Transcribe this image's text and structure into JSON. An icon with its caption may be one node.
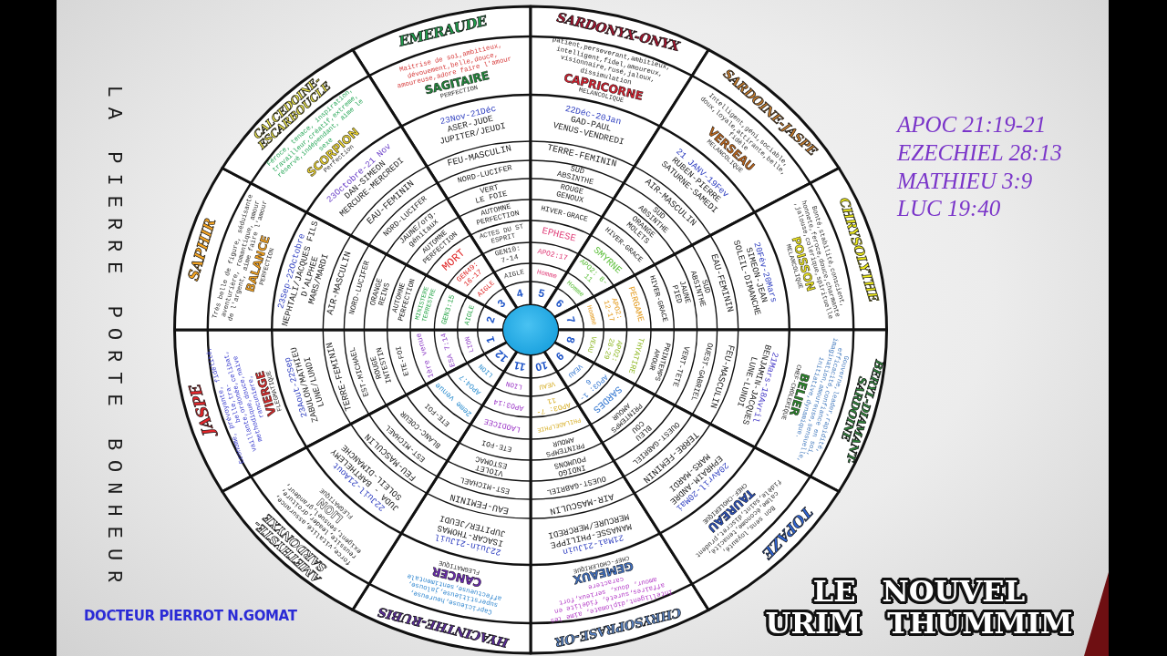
{
  "diagram": {
    "title": "LE NOUVEL URIM THUMMIM",
    "nodes": [
      {
        "text": [
          "JASPE",
          "Econome, prévoyante, fidélité, belle,tra- vaillante,ordonée,celibat, methodique,douce,naive rancuniere,",
          "VIERGE",
          "FLEGMATIQUE",
          "23Aout-22Sep",
          "ZABULON/MATHIEU",
          "LUNE/LUNDI",
          "TERRE-FEMININ",
          "EST-MICHAEL",
          "ROUGE",
          "INTESTIN",
          "ETE-FOI",
          "1ère venue",
          "ESA 7:14",
          "LION",
          "1"
        ]
      },
      {
        "text": [
          "SAPHIR",
          "Très belle de figure, séduisante aventurière, romantique, amour de l'argent, aime faire l'amour",
          "BALANCE",
          "PERFECTION",
          "23Sep-22Octobre",
          "NEPHTALI/JACQUES FILS D'ALPHEE",
          "MARS/MARDI",
          "AIR-MASCULIN",
          "NORD-LUCIFER",
          "ORANGE",
          "REINS",
          "AUTOMNE",
          "PERFECTION",
          "MINISTERE TERRESTRE",
          "GEN3:15",
          "AIGLE",
          "2"
        ]
      },
      {
        "text": [
          "CALCEDOINE-ESCARBOUCLE",
          "Féroce, tenace, inspiration, travailleur,créatif,extreme, réservé,indépendant, aime le sexe",
          "SCORPION",
          "Perfection",
          "23Octobre-21 Nov",
          "DAN-SIMEON",
          "MERCURE-MERCREDI",
          "EAU-FEMININ",
          "NORD-LUCIFER",
          "JAUNE/org.",
          "génitaux",
          "AUTOMNE",
          "PERFECTION",
          "MORT",
          "GEN49: 16-17",
          "AIGLE",
          "3"
        ]
      },
      {
        "text": [
          "EMERAUDE",
          "Maitrise de soi,ambitieux, dévouement,belle,douce, amoureuse,adore faire l'amour",
          "SAGITAIRE",
          "PERFECTION",
          "23Nov-21Déc",
          "ASER-JUDE",
          "JUPITER/JEUDI",
          "FEU-MASCULIN",
          "NORD-LUCIFER",
          "VERT",
          "LE FOIE",
          "AUTOMNE",
          "PERFECTION",
          "ACTES DU ST ESPRIT",
          "GEN10: 7-14",
          "AIGLE",
          "4"
        ]
      },
      {
        "text": [
          "SARDONYX-ONYX",
          "patient,perseverant,ambitieux, intelligent,fidel,amoureux, visionnaire,rusé,jaloux, dissimulation",
          "CAPRICORNE",
          "MELANCOLIQUE",
          "22Déc-20Jan",
          "GAD-PAUL",
          "VENUS-VENDREDI",
          "TERRE-FEMININ",
          "SUD",
          "ABSINTHE",
          "ROUGE",
          "GENOUX",
          "HIVER-GRACE",
          "EPHESE",
          "APO2:17",
          "Homme",
          "5"
        ]
      },
      {
        "text": [
          "SARDOINE-JASPE",
          "Intelligent,géni,sociable, doux,loyale,attirante,belle, fidèle",
          "VERSEAU",
          "MELANCOLIQUE",
          "21 JANV-19Fev",
          "RUBEN-PIERRE",
          "SATURNE-SAMEDI",
          "AIR-MASCULIN",
          "SUD",
          "ABSINTHE",
          "ORANGE",
          "MOLETS",
          "HIVER-GRACE",
          "SMYRNE",
          "APO2: 8-11",
          "Homme",
          "6"
        ]
      },
      {
        "text": [
          "CHRYSOLYTHE",
          "Bonté,stabilité,conscient, honnete,feroce,douce,charmante ,jalouse,colerique,spirituelle",
          "POISSON",
          "MELANCOLIQUE",
          "20Fév-20Mars",
          "SIMEON-JEAN",
          "SOLEIL-DIMANCHE",
          "EAU-FEMININ",
          "SUD",
          "ABSINTHE",
          "JAUNE",
          "PIED",
          "HIVER-GRACE",
          "PERGAME",
          "APO2: 12-17",
          "Homme",
          "7"
        ]
      },
      {
        "text": [
          "BERYL-DIAMANT-",
          "SARDOINE",
          "Gouverne,leader,rapidité, efficacité,confiance en soi, imagination,amoureuse,sensuelle, initiative,dynamique.",
          "BELIER",
          "CHEF-CHOLERIQUE",
          "21Mars-18Avril",
          "BENJAMIN-JACQUES",
          "LUNE-LUNDI",
          "FEU-MASCULIN",
          "OUEST-GABRIEL",
          "VERT-TETE",
          "PRINTEMPS",
          "AMOUR",
          "THYATIRE",
          "APO2: 28-29",
          "VEAU",
          "8"
        ]
      },
      {
        "text": [
          "TOPAZE",
          "Bon sens,loyauté, calme,économe,tenacité, fidèle,saint,discret,prudent",
          "TAUREAU",
          "CHEF-CHOLERIQUE",
          "20Avril-20Mai",
          "EPHRAIM-ANDRE",
          "MARS-MARDI",
          "TERRE-FEMININ",
          "OUEST-GABRIEL",
          "BLEU",
          "COU",
          "PRINTEMPS",
          "AMOUR",
          "SARDES",
          "APO3: 1-6",
          "VEAU",
          "9"
        ]
      },
      {
        "text": [
          "CHRYSOPRASE-OR",
          "Intelligent,diplomate, aime les affaires,sureté, fidelite en amour, doux, serieux,fort caractere",
          "GEMEAUX",
          "CHEF-CHOLERIQUE",
          "21Mai-21Juin",
          "MANASSE-PHILIPPE",
          "MERCURE/MERCREDI",
          "AIR-MASCULIN",
          "OUEST-GABRIEL",
          "INDIGO",
          "POUMONS",
          "PRINTEMPS",
          "AMOUR",
          "PHILADELPHIE",
          "APO3: 7-11",
          "VEAU",
          "10"
        ]
      },
      {
        "text": [
          "HYACINTHE-RUBIS",
          "Capricieuse,heureuse, superstitieuse,jalouse, affectueuse,sentimentale",
          "CANCER",
          "FLEGMATIQUE",
          "22Juin-21Juil",
          "ISACAR-THOMAS",
          "JUPITER/JEUDI",
          "EAU-FEMININ",
          "EST-MICHAEL",
          "VIOLET",
          "ESTOMAC",
          "ETE-FOI",
          "LAODICEE",
          "APO3:14",
          "LION",
          "11"
        ]
      },
      {
        "text": [
          "AMETHYSTE-SARDONYXE",
          "force,vitalité,assurance, reussite,leader,droiture, exigent,sensuel,grandeur,",
          "LION",
          "FLEGMATIQUE",
          "22Juil-21Aout",
          "JUDA - BARTHELEMY",
          "SOLEIL-DIMANCHE",
          "FEU-MASCULIN",
          "EST-MICHAEL",
          "BLANC-COEUR",
          "ETE-FOI",
          "2eme venue",
          "APO4:7",
          "LION",
          "12"
        ]
      }
    ],
    "labels": [
      "LA PIERRE PORTE BONHEUR",
      "APOC 21:19-21",
      "EZECHIEL 28:13",
      "MATHIEU 3:9",
      "LUC 19:40",
      "DOCTEUR PIERROT N.GOMAT"
    ]
  }
}
